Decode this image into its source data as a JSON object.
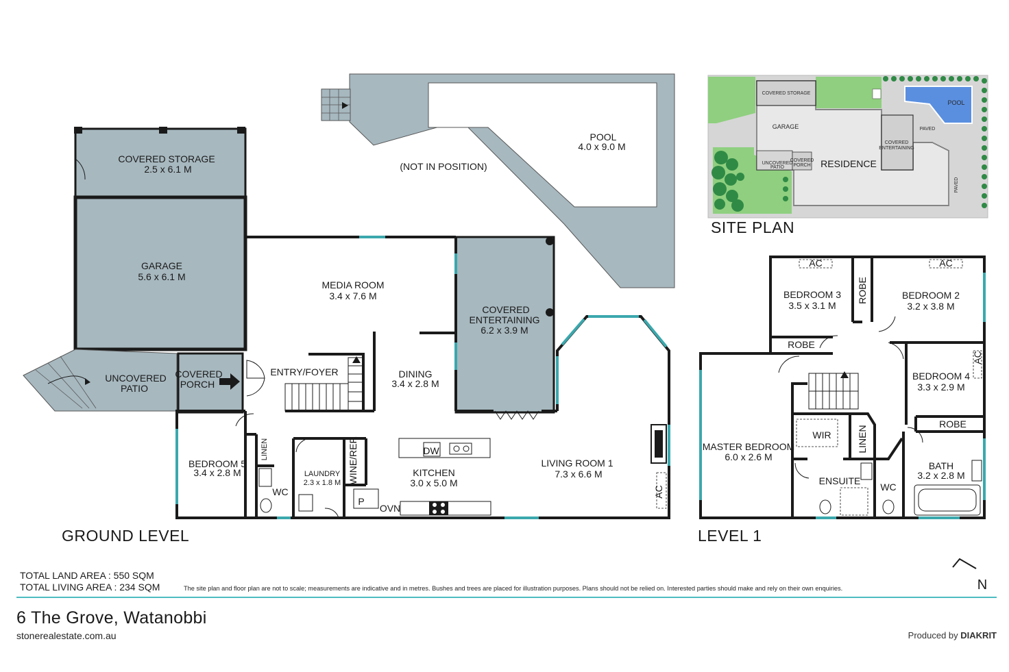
{
  "colors": {
    "wall": "#1a1a1a",
    "room_fill": "#ffffff",
    "outdoor_fill": "#a7b8bf",
    "window": "#3ba8ad",
    "rule": "#4dbcc0",
    "lawn": "#8fcf7f",
    "tree": "#2f8a45",
    "pool_water": "#5a8fe0",
    "paved": "#d6d6d6"
  },
  "labels": {
    "ground_level": "GROUND LEVEL",
    "level_1": "LEVEL 1",
    "site_plan": "SITE PLAN",
    "not_in_position": "(NOT IN POSITION)"
  },
  "ground_rooms": {
    "covered_storage": {
      "name": "COVERED STORAGE",
      "dims": "2.5 x 6.1 M"
    },
    "garage": {
      "name": "GARAGE",
      "dims": "5.6 x 6.1 M"
    },
    "pool": {
      "name": "POOL",
      "dims": "4.0 x 9.0 M"
    },
    "media_room": {
      "name": "MEDIA ROOM",
      "dims": "3.4 x 7.6 M"
    },
    "covered_entertaining": {
      "line1": "COVERED",
      "line2": "ENTERTAINING",
      "dims": "6.2 x 3.9 M"
    },
    "uncovered_patio": {
      "line1": "UNCOVERED",
      "line2": "PATIO"
    },
    "covered_porch": {
      "line1": "COVERED",
      "line2": "PORCH"
    },
    "entry_foyer": {
      "name": "ENTRY/FOYER"
    },
    "dining": {
      "name": "DINING",
      "dims": "3.4 x 2.8 M"
    },
    "bedroom_5": {
      "name": "BEDROOM 5",
      "dims": "3.4 x 2.8 M"
    },
    "linen": {
      "name": "LINEN"
    },
    "wc": {
      "name": "WC"
    },
    "laundry": {
      "name": "LAUNDRY",
      "dims": "2.3 x 1.8 M"
    },
    "wine_ref": {
      "name": "WINE/REF."
    },
    "pantry": {
      "name": "P"
    },
    "oven": {
      "name": "OVN"
    },
    "dishwasher": {
      "name": "DW"
    },
    "kitchen": {
      "name": "KITCHEN",
      "dims": "3.0 x 5.0 M"
    },
    "living_room_1": {
      "name": "LIVING ROOM 1",
      "dims": "7.3 x 6.6 M"
    },
    "ac": {
      "name": "AC"
    }
  },
  "level1_rooms": {
    "bedroom_3": {
      "name": "BEDROOM 3",
      "dims": "3.5 x 3.1 M",
      "ac": "AC"
    },
    "bedroom_2": {
      "name": "BEDROOM 2",
      "dims": "3.2 x 3.8 M",
      "ac": "AC"
    },
    "robe_vertical": {
      "name": "ROBE"
    },
    "robe_b3": {
      "name": "ROBE"
    },
    "bedroom_4": {
      "name": "BEDROOM 4",
      "dims": "3.3 x 2.9 M",
      "ac": "AC"
    },
    "robe_b4": {
      "name": "ROBE"
    },
    "master_bedroom": {
      "name": "MASTER BEDROOM",
      "dims": "6.0 x 2.6 M"
    },
    "wir": {
      "name": "WIR"
    },
    "linen": {
      "name": "LINEN"
    },
    "ensuite": {
      "name": "ENSUITE"
    },
    "wc": {
      "name": "WC"
    },
    "bath": {
      "name": "BATH",
      "dims": "3.2 x 2.8 M"
    }
  },
  "site_plan": {
    "covered_storage": "COVERED STORAGE",
    "garage": "GARAGE",
    "pool": "POOL",
    "paved_1": "PAVED",
    "paved_2": "PAVED",
    "covered_ent_1": "COVERED",
    "covered_ent_2": "ENTERTAINING",
    "uncovered_1": "UNCOVERED",
    "uncovered_2": "PATIO",
    "porch_1": "COVERED",
    "porch_2": "PORCH",
    "residence": "RESIDENCE"
  },
  "compass": {
    "north": "N"
  },
  "footer": {
    "total_land": "TOTAL LAND AREA : 550 SQM",
    "total_living": "TOTAL LIVING AREA : 234 SQM",
    "disclaimer": "The site plan and floor plan are not to scale; measurements are indicative and in metres. Bushes and trees are placed for illustration purposes. Plans should not be relied on. Interested parties should make and rely on their own enquiries.",
    "address": "6 The Grove, Watanobbi",
    "website": "stonerealestate.com.au",
    "produced_by": "Produced by",
    "producer": "DIAKRIT"
  }
}
